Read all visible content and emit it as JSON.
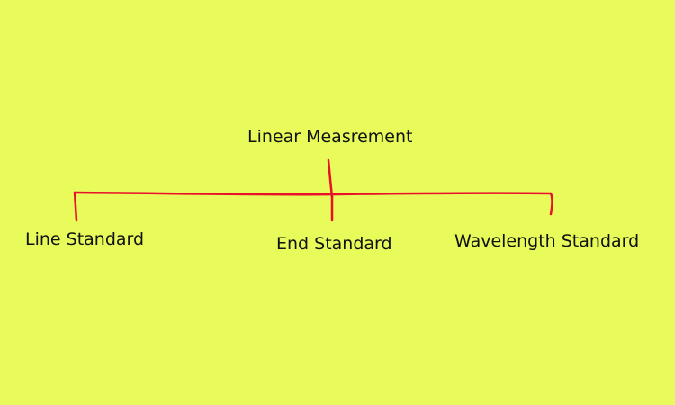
{
  "colors": {
    "background": "#e8fb5b",
    "connector": "#e8102a",
    "text": "#111111"
  },
  "diagram": {
    "root": {
      "label": "Linear Measrement"
    },
    "children": [
      {
        "label": "Line Standard"
      },
      {
        "label": "End Standard"
      },
      {
        "label": "Wavelength Standard"
      }
    ]
  }
}
